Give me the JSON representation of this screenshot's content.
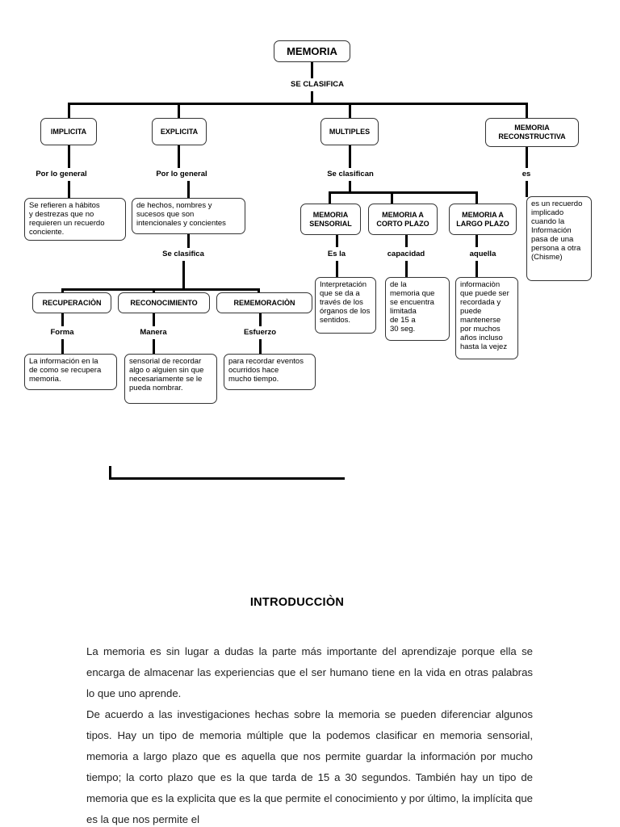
{
  "diagram": {
    "root": "MEMORIA",
    "root_link": "SE CLASIFICA",
    "implicita": {
      "title": "IMPLICITA",
      "link": "Por lo general",
      "desc": "Se refieren a hábitos\ny destrezas que no\nrequieren un recuerdo\nconciente."
    },
    "explicita": {
      "title": "EXPLICITA",
      "link": "Por lo general",
      "desc": "de hechos, nombres y\nsucesos que son\nintencionales y concientes",
      "link2": "Se clasifica"
    },
    "recuperacion": {
      "title": "RECUPERACIÒN",
      "link": "Forma",
      "desc": "La información en la\nde como se recupera\nmemoria."
    },
    "reconocimiento": {
      "title": "RECONOCIMIENTO",
      "link": "Manera",
      "desc": " sensorial de recordar\nalgo o alguien sin que\n necesariamente se le\npueda nombrar."
    },
    "rememoracion": {
      "title": "REMEMORACIÒN",
      "link": "Esfuerzo",
      "desc": "para recordar eventos\n  ocurridos hace\n   mucho tiempo."
    },
    "multiples": {
      "title": "MULTIPLES",
      "link": "Se clasifican"
    },
    "sensorial": {
      "title": "MEMORIA\nSENSORIAL",
      "link": "Es la",
      "desc": "Interpretación\n  que se da a\n través de los\nórganos de los\n      sentidos."
    },
    "corto": {
      "title": "MEMORIA A\nCORTO PLAZO",
      "link": "capacidad",
      "desc": "      de la\nmemoria que\nse encuentra\nlimitada\n        de 15 a\n30 seg."
    },
    "largo": {
      "title": "MEMORIA A\nLARGO PLAZO",
      "link": "aquella",
      "desc": " informaciòn\nque puede ser\nrecordada y\n puede\n     mantenerse\n por muchos\n años incluso\nhasta la vejez"
    },
    "reconstructiva": {
      "title": "MEMORIA\nRECONSTRUCTIVA",
      "link": "es",
      "desc": "es un recuerdo\n implicado\n  cuando la\n Información\n pasa de una\n persona a otra\n      (Chisme)"
    }
  },
  "intro": {
    "title": "INTRODUCCIÒN",
    "paragraphs": [
      "La memoria es sin lugar a dudas la parte más importante del aprendizaje porque ella se encarga de almacenar las experiencias que el ser humano tiene en la vida en otras palabras lo que uno aprende.",
      "De acuerdo a las investigaciones hechas sobre la memoria se pueden diferenciar algunos tipos. Hay un tipo de memoria múltiple que la podemos clasificar en memoria sensorial, memoria a largo plazo que es aquella que nos permite guardar la información por mucho tiempo; la corto plazo que es la que tarda de 15 a 30 segundos. También hay un tipo de memoria que es la explicita que es la que permite el conocimiento y por último, la implícita que es la que nos permite el"
    ]
  }
}
